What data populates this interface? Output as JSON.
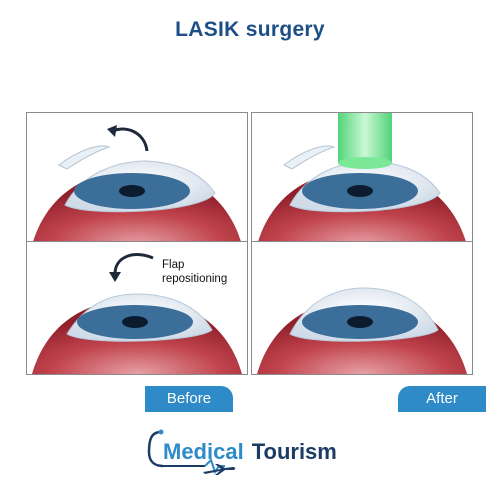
{
  "title": "LASIK surgery",
  "annotation": {
    "flap_line1": "Flap",
    "flap_line2": "repositioning"
  },
  "labels": {
    "before": "Before",
    "after": "After"
  },
  "logo": {
    "word1": "Medical",
    "word2": "Tourism"
  },
  "colors": {
    "title": "#1c4f86",
    "tag_bg": "#2e8bc7",
    "iris": "#3c6e9a",
    "tissue": "#b8333d",
    "laser": "#6ee68a",
    "logo_blue": "#2e8bc7",
    "logo_dark": "#1c3c66"
  }
}
